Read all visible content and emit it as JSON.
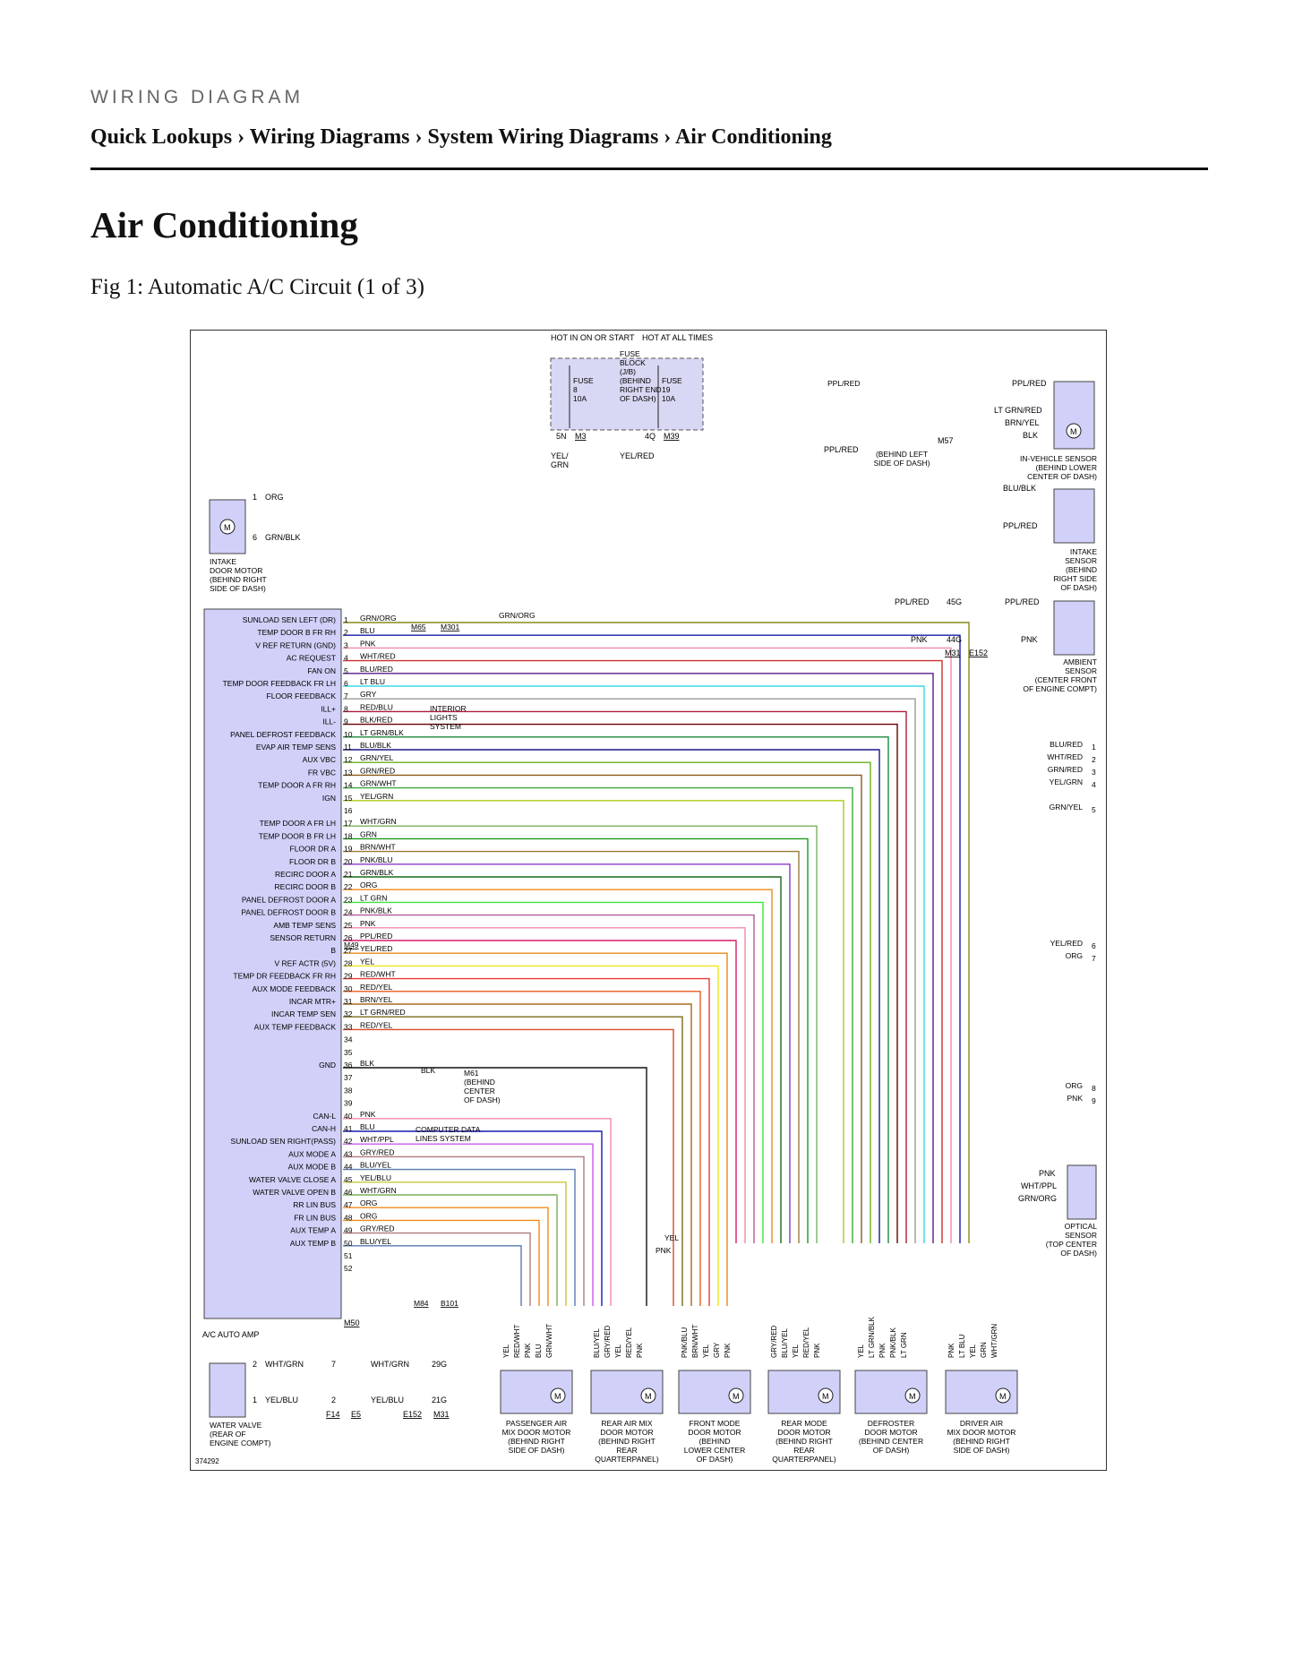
{
  "header": {
    "section": "WIRING DIAGRAM",
    "breadcrumb": "Quick Lookups › Wiring Diagrams › System Wiring Diagrams › Air Conditioning"
  },
  "page": {
    "title": "Air Conditioning",
    "figure_caption": "Fig 1: Automatic A/C Circuit (1 of 3)"
  },
  "diagram": {
    "figure_id": "374292",
    "amp": {
      "label": "A/C AUTO AMP",
      "connector": "M50",
      "pins": [
        {
          "n": "1",
          "fn": "SUNLOAD SEN LEFT (DR)",
          "wire": "GRN/ORG",
          "color": "#8a8a1a"
        },
        {
          "n": "2",
          "fn": "TEMP DOOR B FR RH",
          "wire": "BLU",
          "color": "#1a1ab0"
        },
        {
          "n": "3",
          "fn": "V REF RETURN (GND)",
          "wire": "PNK",
          "color": "#f08aa8"
        },
        {
          "n": "4",
          "fn": "AC REQUEST",
          "wire": "WHT/RED",
          "color": "#c83030"
        },
        {
          "n": "5",
          "fn": "FAN ON",
          "wire": "BLU/RED",
          "color": "#5a1a8a"
        },
        {
          "n": "6",
          "fn": "TEMP DOOR FEEDBACK FR LH",
          "wire": "LT BLU",
          "color": "#3ad8e8"
        },
        {
          "n": "7",
          "fn": "FLOOR FEEDBACK",
          "wire": "GRY",
          "color": "#9a9a9a"
        },
        {
          "n": "8",
          "fn": "ILL+",
          "wire": "RED/BLU",
          "color": "#b01a3a"
        },
        {
          "n": "9",
          "fn": "ILL-",
          "wire": "BLK/RED",
          "color": "#6a0000"
        },
        {
          "n": "10",
          "fn": "PANEL DEFROST FEEDBACK",
          "wire": "LT GRN/BLK",
          "color": "#1a8a3a"
        },
        {
          "n": "11",
          "fn": "EVAP AIR TEMP SENS",
          "wire": "BLU/BLK",
          "color": "#1a1a8a"
        },
        {
          "n": "12",
          "fn": "AUX VBC",
          "wire": "GRN/YEL",
          "color": "#6ab01a"
        },
        {
          "n": "13",
          "fn": "FR VBC",
          "wire": "GRN/RED",
          "color": "#8a5a1a"
        },
        {
          "n": "14",
          "fn": "TEMP DOOR A FR RH",
          "wire": "GRN/WHT",
          "color": "#3aa83a"
        },
        {
          "n": "15",
          "fn": "IGN",
          "wire": "YEL/GRN",
          "color": "#b0c81a"
        },
        {
          "n": "16",
          "fn": "",
          "wire": "",
          "color": ""
        },
        {
          "n": "17",
          "fn": "TEMP DOOR A FR LH",
          "wire": "WHT/GRN",
          "color": "#7ab05a"
        },
        {
          "n": "18",
          "fn": "TEMP DOOR B FR LH",
          "wire": "GRN",
          "color": "#1a9a1a"
        },
        {
          "n": "19",
          "fn": "FLOOR DR A",
          "wire": "BRN/WHT",
          "color": "#9a7a3a"
        },
        {
          "n": "20",
          "fn": "FLOOR DR B",
          "wire": "PNK/BLU",
          "color": "#8a3ac8"
        },
        {
          "n": "21",
          "fn": "RECIRC DOOR A",
          "wire": "GRN/BLK",
          "color": "#1a6a1a"
        },
        {
          "n": "22",
          "fn": "RECIRC DOOR B",
          "wire": "ORG",
          "color": "#f08a1a"
        },
        {
          "n": "23",
          "fn": "PANEL DEFROST DOOR A",
          "wire": "LT GRN",
          "color": "#3ae83a"
        },
        {
          "n": "24",
          "fn": "PANEL DEFROST DOOR B",
          "wire": "PNK/BLK",
          "color": "#b05a9a"
        },
        {
          "n": "25",
          "fn": "AMB TEMP SENS",
          "wire": "PNK",
          "color": "#f08aa8"
        },
        {
          "n": "26",
          "fn": "SENSOR RETURN",
          "wire": "PPL/RED",
          "color": "#d81a6a"
        },
        {
          "n": "27",
          "fn": "B",
          "wire": "YEL/RED",
          "color": "#e08a1a"
        },
        {
          "n": "28",
          "fn": "V REF ACTR (5V)",
          "wire": "YEL",
          "color": "#f0e81a"
        },
        {
          "n": "29",
          "fn": "TEMP DR FEEDBACK FR RH",
          "wire": "RED/WHT",
          "color": "#e83a3a"
        },
        {
          "n": "30",
          "fn": "AUX MODE FEEDBACK",
          "wire": "RED/YEL",
          "color": "#e85a1a"
        },
        {
          "n": "31",
          "fn": "INCAR MTR+",
          "wire": "BRN/YEL",
          "color": "#a86a1a"
        },
        {
          "n": "32",
          "fn": "INCAR TEMP SEN",
          "wire": "LT GRN/RED",
          "color": "#7a6a1a"
        },
        {
          "n": "33",
          "fn": "AUX TEMP FEEDBACK",
          "wire": "RED/YEL",
          "color": "#d84a2a"
        },
        {
          "n": "34",
          "fn": "",
          "wire": "",
          "color": ""
        },
        {
          "n": "35",
          "fn": "",
          "wire": "",
          "color": ""
        },
        {
          "n": "36",
          "fn": "GND",
          "wire": "BLK",
          "color": "#111111"
        },
        {
          "n": "37",
          "fn": "",
          "wire": "",
          "color": ""
        },
        {
          "n": "38",
          "fn": "",
          "wire": "",
          "color": ""
        },
        {
          "n": "39",
          "fn": "",
          "wire": "",
          "color": ""
        },
        {
          "n": "40",
          "fn": "CAN-L",
          "wire": "PNK",
          "color": "#f08aa8"
        },
        {
          "n": "41",
          "fn": "CAN-H",
          "wire": "BLU",
          "color": "#1a1ab0"
        },
        {
          "n": "42",
          "fn": "SUNLOAD SEN RIGHT(PASS)",
          "wire": "WHT/PPL",
          "color": "#c85ae8"
        },
        {
          "n": "43",
          "fn": "AUX MODE A",
          "wire": "GRY/RED",
          "color": "#b07a7a"
        },
        {
          "n": "44",
          "fn": "AUX MODE B",
          "wire": "BLU/YEL",
          "color": "#5a7ab0"
        },
        {
          "n": "45",
          "fn": "WATER VALVE CLOSE A",
          "wire": "YEL/BLU",
          "color": "#c8c83a"
        },
        {
          "n": "46",
          "fn": "WATER VALVE OPEN B",
          "wire": "WHT/GRN",
          "color": "#7ab05a"
        },
        {
          "n": "47",
          "fn": "RR LIN BUS",
          "wire": "ORG",
          "color": "#f08a1a"
        },
        {
          "n": "48",
          "fn": "FR LIN BUS",
          "wire": "ORG",
          "color": "#f08a1a"
        },
        {
          "n": "49",
          "fn": "AUX TEMP A",
          "wire": "GRY/RED",
          "color": "#b07a7a"
        },
        {
          "n": "50",
          "fn": "AUX TEMP B",
          "wire": "BLU/YEL",
          "color": "#5a7ab0"
        },
        {
          "n": "51",
          "fn": "",
          "wire": "",
          "color": ""
        },
        {
          "n": "52",
          "fn": "",
          "wire": "",
          "color": ""
        }
      ]
    },
    "fuse_block": {
      "hot_on": "HOT IN ON OR START",
      "hot_at": "HOT AT ALL TIMES",
      "desc": [
        "FUSE",
        "BLOCK",
        "(J/B)",
        "(BEHIND",
        "RIGHT END",
        "OF DASH)"
      ],
      "fuse1": [
        "FUSE",
        "8",
        "10A"
      ],
      "fuse2": [
        "FUSE",
        "19",
        "10A"
      ],
      "pin1": "5N",
      "conn1": "M3",
      "pin2": "4Q",
      "conn2": "M39",
      "wire1": [
        "YEL/",
        "GRN"
      ],
      "wire2": "YEL/RED"
    },
    "intake_motor": {
      "label": [
        "INTAKE",
        "DOOR MOTOR",
        "(BEHIND RIGHT",
        "SIDE OF DASH)"
      ],
      "pin1": "1",
      "wire1": "ORG",
      "pin6": "6",
      "wire6": "GRN/BLK"
    },
    "in_vehicle": {
      "label": [
        "IN-VEHICLE SENSOR",
        "(BEHIND LOWER",
        "CENTER OF DASH)"
      ],
      "w1": "PPL/RED",
      "w4": "LT GRN/RED",
      "w3": "BRN/YEL",
      "w2": "BLK",
      "gnd": "M57",
      "gnd_desc": [
        "(BEHIND LEFT",
        "SIDE OF DASH)"
      ],
      "ppl": "PPL/RED"
    },
    "intake_sensor": {
      "label": [
        "INTAKE",
        "SENSOR",
        "(BEHIND",
        "RIGHT SIDE",
        "OF DASH)"
      ],
      "w2": "BLU/BLK",
      "w1": "PPL/RED"
    },
    "ambient": {
      "label": [
        "AMBIENT",
        "SENSOR",
        "(CENTER FRONT",
        "OF ENGINE COMPT)"
      ],
      "w2": "PPL/RED",
      "w1": "PNK",
      "c1": "45G",
      "c2": "44G",
      "conn_a": "M31",
      "conn_b": "E152",
      "l1": "PPL/RED",
      "l2": "PNK"
    },
    "right_out": [
      {
        "n": "1",
        "w": "BLU/RED"
      },
      {
        "n": "2",
        "w": "WHT/RED"
      },
      {
        "n": "3",
        "w": "GRN/RED"
      },
      {
        "n": "4",
        "w": "YEL/GRN"
      },
      {
        "n": "5",
        "w": "GRN/YEL"
      },
      {
        "n": "6",
        "w": "YEL/RED"
      },
      {
        "n": "7",
        "w": "ORG"
      },
      {
        "n": "8",
        "w": "ORG"
      },
      {
        "n": "9",
        "w": "PNK"
      }
    ],
    "optical": {
      "label": [
        "OPTICAL",
        "SENSOR",
        "(TOP CENTER",
        "OF DASH)"
      ],
      "w3": "PNK",
      "w2": "WHT/PPL",
      "w1": "GRN/ORG"
    },
    "notes": {
      "interior": [
        "INTERIOR",
        "LIGHTS",
        "SYSTEM"
      ],
      "computer": [
        "COMPUTER DATA",
        "LINES SYSTEM"
      ],
      "gnd": [
        "M61",
        "(BEHIND",
        "CENTER",
        "OF DASH)"
      ],
      "m65": "M65",
      "m301": "M301",
      "m49": "M49",
      "m84": "M84",
      "b101": "B101",
      "grn_org": "GRN/ORG",
      "blk": "BLK",
      "yel": "YEL",
      "pnk": "PNK",
      "ppl_red": "PPL/RED"
    },
    "water_valve": {
      "label": [
        "WATER VALVE",
        "(REAR OF",
        "ENGINE COMPT)"
      ],
      "w2": "WHT/GRN",
      "w1": "YEL/BLU",
      "c7": "7",
      "c29": "29G",
      "c2": "2",
      "c21": "21G",
      "f14": "F14",
      "e5": "E5",
      "e152": "E152",
      "m31": "M31"
    },
    "motors": [
      {
        "label": [
          "PASSENGER AIR",
          "MIX DOOR MOTOR",
          "(BEHIND RIGHT",
          "SIDE OF DASH)"
        ],
        "wires": [
          "YEL",
          "RED/WHT",
          "PNK",
          "BLU",
          "GRN/WHT"
        ]
      },
      {
        "label": [
          "REAR AIR MIX",
          "DOOR MOTOR",
          "(BEHIND RIGHT",
          "REAR",
          "QUARTERPANEL)"
        ],
        "wires": [
          "BLU/YEL",
          "GRY/RED",
          "YEL",
          "RED/YEL",
          "PNK"
        ]
      },
      {
        "label": [
          "FRONT MODE",
          "DOOR MOTOR",
          "(BEHIND",
          "LOWER CENTER",
          "OF DASH)"
        ],
        "wires": [
          "PNK/BLU",
          "BRN/WHT",
          "YEL",
          "GRY",
          "PNK"
        ]
      },
      {
        "label": [
          "REAR MODE",
          "DOOR MOTOR",
          "(BEHIND RIGHT",
          "REAR",
          "QUARTERPANEL)"
        ],
        "wires": [
          "GRY/RED",
          "BLU/YEL",
          "YEL",
          "RED/YEL",
          "PNK"
        ]
      },
      {
        "label": [
          "DEFROSTER",
          "DOOR MOTOR",
          "(BEHIND CENTER",
          "OF DASH)"
        ],
        "wires": [
          "YEL",
          "LT GRN/BLK",
          "PNK",
          "PNK/BLK",
          "LT GRN"
        ]
      },
      {
        "label": [
          "DRIVER AIR",
          "MIX DOOR MOTOR",
          "(BEHIND RIGHT",
          "SIDE OF DASH)"
        ],
        "wires": [
          "PNK",
          "LT BLU",
          "YEL",
          "GRN",
          "WHT/GRN"
        ]
      }
    ]
  }
}
